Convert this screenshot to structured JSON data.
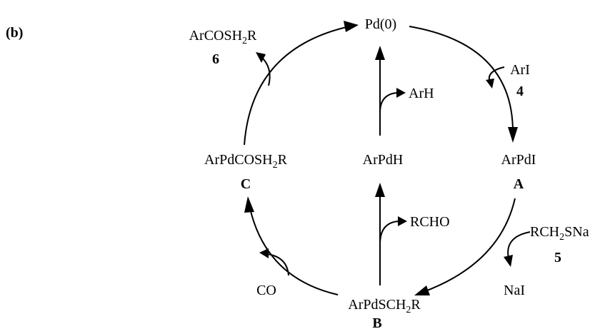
{
  "panel_label": "(b)",
  "species": {
    "pd0": "Pd(0)",
    "arpdi": "ArPdI",
    "arpdi_tag": "A",
    "arpdh": "ArPdH",
    "arpdsch2r_pre": "ArPdSCH",
    "arpdsch2r_sub": "2",
    "arpdsch2r_post": "R",
    "arpdsch2r_tag": "B",
    "arpdcosh2r_pre": "ArPdCOSH",
    "arpdcosh2r_sub": "2",
    "arpdcosh2r_post": "R",
    "arpdcosh2r_tag": "C"
  },
  "reagents": {
    "ari": "ArI",
    "ari_num": "4",
    "rch2sna_pre": "RCH",
    "rch2sna_sub": "2",
    "rch2sna_post": "SNa",
    "rch2sna_num": "5",
    "nai": "NaI",
    "co": "CO",
    "arh": "ArH",
    "rcho": "RCHO",
    "product_pre": "ArCOSH",
    "product_sub": "2",
    "product_post": "R",
    "product_num": "6"
  }
}
